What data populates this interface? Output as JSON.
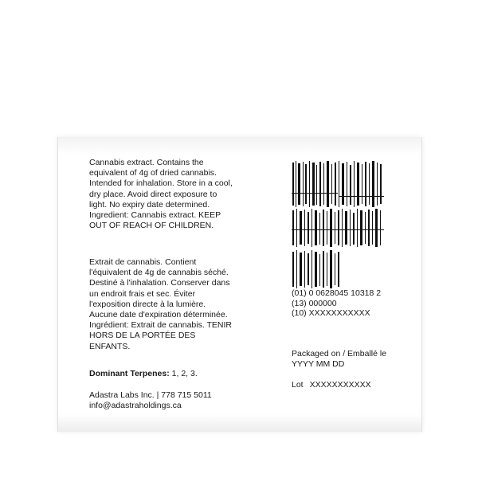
{
  "english": {
    "lines": [
      "Cannabis extract. Contains the",
      "equivalent of 4g of dried cannabis.",
      "Intended for inhalation. Store in a cool,",
      "dry place. Avoid direct exposure to",
      "light. No expiry date determined.",
      "Ingredient: Cannabis extract. KEEP",
      "OUT OF REACH OF CHILDREN."
    ]
  },
  "french": {
    "lines": [
      "Extrait de cannabis. Contient",
      "l'équivalent de 4g de cannabis séché.",
      "Destiné à l'inhalation. Conserver dans",
      "un endroit frais et sec. Éviter",
      "l'exposition directe à la lumière.",
      "Aucune date d'expiration déterminée.",
      "Ingrédient: Extrait de cannabis. TENIR",
      "HORS DE LA PORTÉE DES",
      "ENFANTS."
    ]
  },
  "terpenes": {
    "label": "Dominant Terpenes:",
    "value": " 1, 2, 3."
  },
  "contact": {
    "company_line": "Adastra Labs Inc. | 778 715 5011",
    "email": "info@adastraholdings.ca"
  },
  "codes": {
    "gtin": "(01) 0 0628045 10318 2",
    "batch": "(13) 000000",
    "lot_code": "(10) XXXXXXXXXXX"
  },
  "packaged": {
    "label": "Packaged on / Emballé le",
    "date_format": "YYYY MM DD"
  },
  "lot": {
    "label": "Lot",
    "value": "XXXXXXXXXXX"
  }
}
